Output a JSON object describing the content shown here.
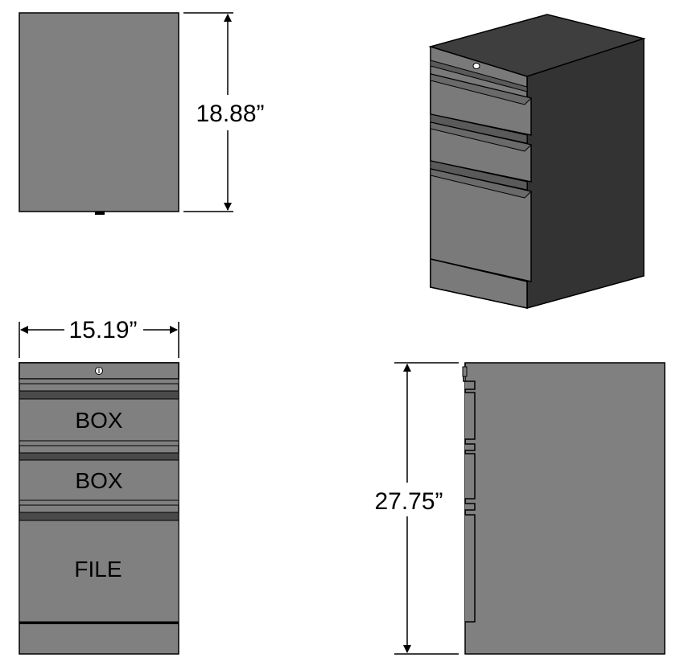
{
  "colors": {
    "panel": "#808080",
    "panel_dark": "#4a4a4a",
    "stroke": "#000000",
    "iso_top": "#3c3c3c",
    "iso_side": "#333333",
    "iso_front": "#7a7a7a",
    "background": "#ffffff"
  },
  "dimensions": {
    "depth": "18.88”",
    "width": "15.19”",
    "height": "27.75”"
  },
  "drawers": {
    "top": "BOX",
    "middle": "BOX",
    "bottom": "FILE"
  },
  "icons": {
    "lock": "lock-icon",
    "arrowheads": "arrowhead-icon"
  }
}
